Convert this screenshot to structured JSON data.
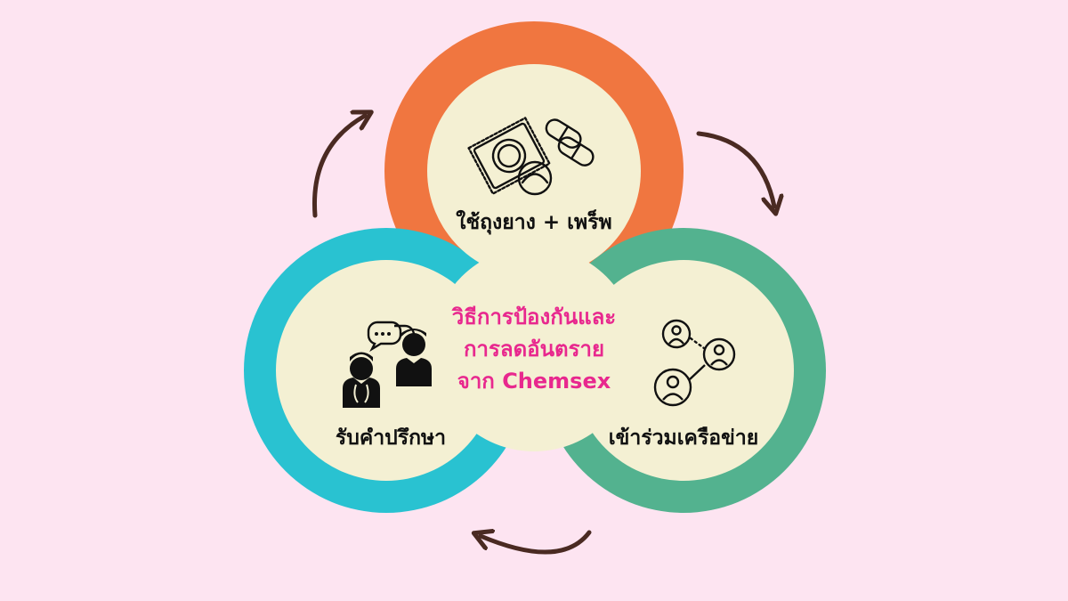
{
  "colors": {
    "background": "#fde4f1",
    "circle_top": "#f07640",
    "circle_left": "#29c2d1",
    "circle_right": "#53b28f",
    "inner_fill": "#f4f0d3",
    "accent_text": "#e8288e",
    "arrow": "#4a2a22",
    "icon": "#111111"
  },
  "center_title": {
    "line1": "วิธีการป้องกันและ",
    "line2": "การลดอันตราย",
    "line3": "จาก Chemsex"
  },
  "nodes": {
    "top": {
      "label": "ใช้ถุงยาง + เพร็พ",
      "icon": "condom-and-pills-icon"
    },
    "left": {
      "label": "รับคำปรึกษา",
      "icon": "counseling-icon"
    },
    "right": {
      "label": "เข้าร่วมเครือข่าย",
      "icon": "network-icon"
    }
  }
}
